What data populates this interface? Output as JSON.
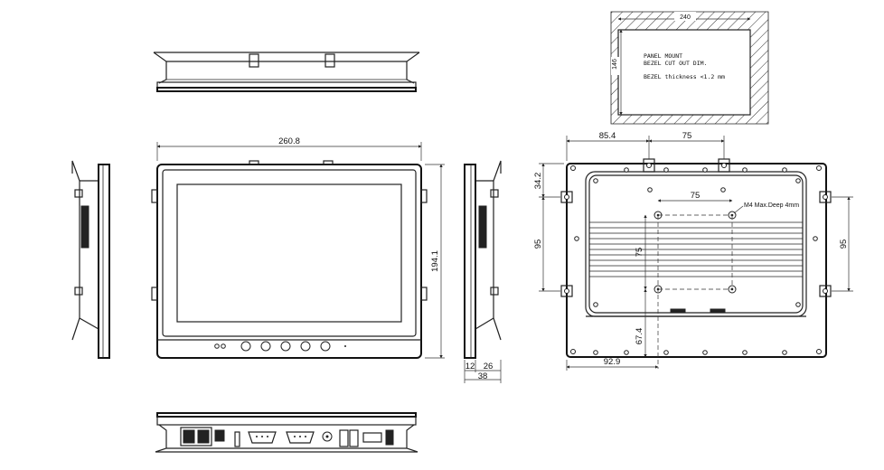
{
  "dimensions": {
    "cutout_width": "240",
    "cutout_height": "146",
    "overall_width": "260.8",
    "overall_height": "194.1",
    "depth_bezel": "12",
    "depth_body": "26",
    "depth_total": "38",
    "rear_offset_left": "85.4",
    "rear_bracket_spacing": "75",
    "rear_top_offset": "34.2",
    "rear_side_height_left": "95",
    "rear_side_height_right": "95",
    "vesa_horizontal": "75",
    "vesa_vertical": "75",
    "rear_bottom_offset": "67.4",
    "rear_bottom_left": "92.9"
  },
  "notes": {
    "mount_line1": "PANEL MOUNT",
    "mount_line2": "BEZEL CUT OUT DIM.",
    "mount_line3": "BEZEL thickness <1.2 mm",
    "vesa_hole_note": "M4 Max.Deep 4mm"
  }
}
